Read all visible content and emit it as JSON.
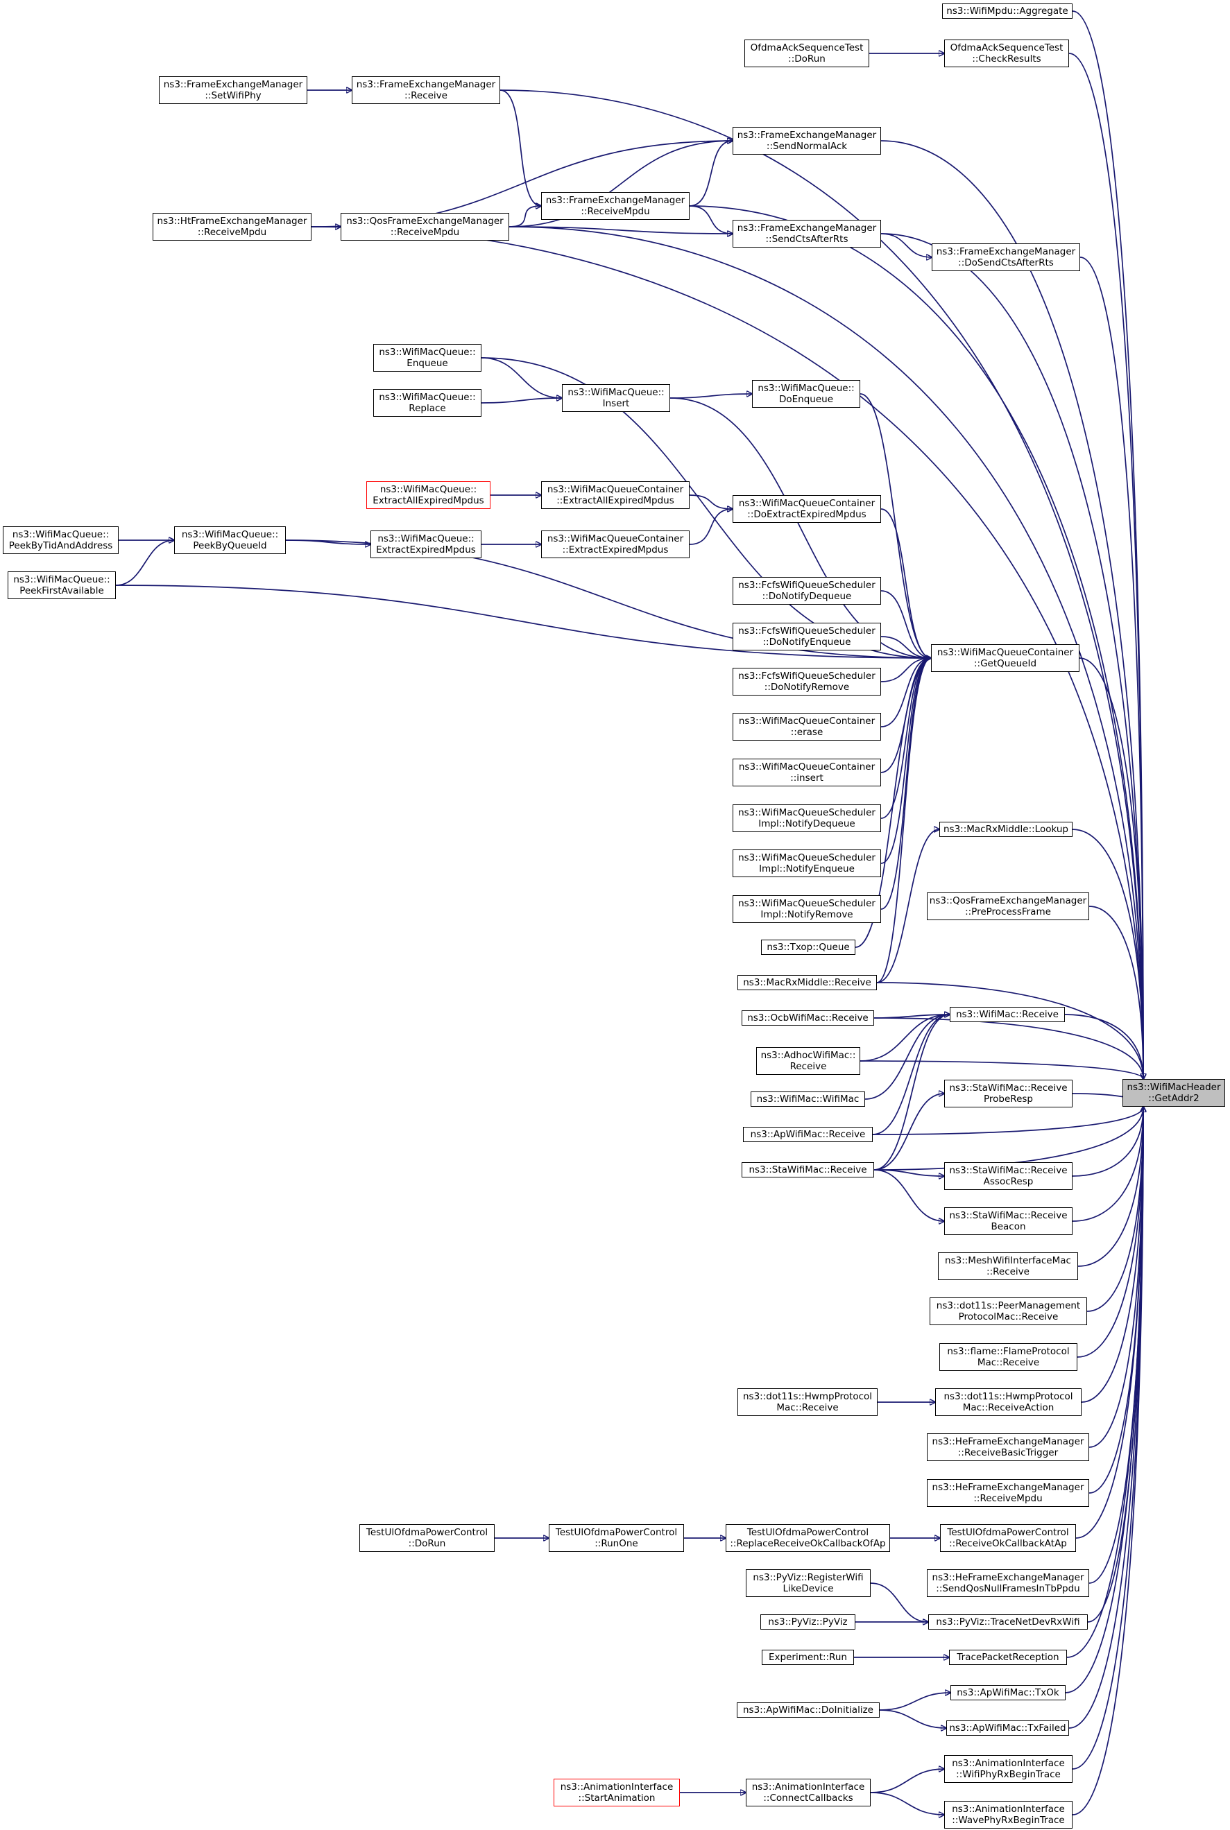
{
  "graph": {
    "title": "",
    "colors": {
      "edge": "#191970",
      "node_border": "#000000",
      "node_fill": "#ffffff",
      "focus_fill": "#bfbfbf",
      "truncated_border": "#ff0000"
    },
    "nodes": [
      {
        "id": "getaddr2",
        "lines": [
          "ns3::WifiMacHeader",
          "::GetAddr2"
        ],
        "kind": "focus"
      },
      {
        "id": "mpdu_aggregate",
        "lines": [
          "ns3::WifiMpdu::Aggregate"
        ],
        "kind": "normal"
      },
      {
        "id": "ofdma_checkresults",
        "lines": [
          "OfdmaAckSequenceTest",
          "::CheckResults"
        ],
        "kind": "normal"
      },
      {
        "id": "ofdma_dorun",
        "lines": [
          "OfdmaAckSequenceTest",
          "::DoRun"
        ],
        "kind": "normal"
      },
      {
        "id": "fem_setwifiphy",
        "lines": [
          "ns3::FrameExchangeManager",
          "::SetWifiPhy"
        ],
        "kind": "normal"
      },
      {
        "id": "fem_receive",
        "lines": [
          "ns3::FrameExchangeManager",
          "::Receive"
        ],
        "kind": "normal"
      },
      {
        "id": "fem_sendnormalack",
        "lines": [
          "ns3::FrameExchangeManager",
          "::SendNormalAck"
        ],
        "kind": "normal"
      },
      {
        "id": "fem_receivempdu",
        "lines": [
          "ns3::FrameExchangeManager",
          "::ReceiveMpdu"
        ],
        "kind": "normal"
      },
      {
        "id": "htfem_receivempdu",
        "lines": [
          "ns3::HtFrameExchangeManager",
          "::ReceiveMpdu"
        ],
        "kind": "normal"
      },
      {
        "id": "qosfem_receivempdu",
        "lines": [
          "ns3::QosFrameExchangeManager",
          "::ReceiveMpdu"
        ],
        "kind": "normal"
      },
      {
        "id": "fem_sendctsafterrts",
        "lines": [
          "ns3::FrameExchangeManager",
          "::SendCtsAfterRts"
        ],
        "kind": "normal"
      },
      {
        "id": "fem_dosendctsafterrts",
        "lines": [
          "ns3::FrameExchangeManager",
          "::DoSendCtsAfterRts"
        ],
        "kind": "normal"
      },
      {
        "id": "wmq_enqueue",
        "lines": [
          "ns3::WifiMacQueue::",
          "Enqueue"
        ],
        "kind": "normal"
      },
      {
        "id": "wmq_replace",
        "lines": [
          "ns3::WifiMacQueue::",
          "Replace"
        ],
        "kind": "normal"
      },
      {
        "id": "wmq_insert",
        "lines": [
          "ns3::WifiMacQueue::",
          "Insert"
        ],
        "kind": "normal"
      },
      {
        "id": "wmq_doenqueue",
        "lines": [
          "ns3::WifiMacQueue::",
          "DoEnqueue"
        ],
        "kind": "normal"
      },
      {
        "id": "wmq_extractallexpired",
        "lines": [
          "ns3::WifiMacQueue::",
          "ExtractAllExpiredMpdus"
        ],
        "kind": "truncated"
      },
      {
        "id": "wmqc_extractallexpired",
        "lines": [
          "ns3::WifiMacQueueContainer",
          "::ExtractAllExpiredMpdus"
        ],
        "kind": "normal"
      },
      {
        "id": "wmqc_doextractexpired",
        "lines": [
          "ns3::WifiMacQueueContainer",
          "::DoExtractExpiredMpdus"
        ],
        "kind": "normal"
      },
      {
        "id": "wmq_peekbytidaddr",
        "lines": [
          "ns3::WifiMacQueue::",
          "PeekByTidAndAddress"
        ],
        "kind": "normal"
      },
      {
        "id": "wmq_peekbyqueueid",
        "lines": [
          "ns3::WifiMacQueue::",
          "PeekByQueueId"
        ],
        "kind": "normal"
      },
      {
        "id": "wmq_extractexpired",
        "lines": [
          "ns3::WifiMacQueue::",
          "ExtractExpiredMpdus"
        ],
        "kind": "normal"
      },
      {
        "id": "wmqc_extractexpired",
        "lines": [
          "ns3::WifiMacQueueContainer",
          "::ExtractExpiredMpdus"
        ],
        "kind": "normal"
      },
      {
        "id": "wmq_peekfirstavailable",
        "lines": [
          "ns3::WifiMacQueue::",
          "PeekFirstAvailable"
        ],
        "kind": "normal"
      },
      {
        "id": "fcfs_donotifydequeue",
        "lines": [
          "ns3::FcfsWifiQueueScheduler",
          "::DoNotifyDequeue"
        ],
        "kind": "normal"
      },
      {
        "id": "fcfs_donotifyenqueue",
        "lines": [
          "ns3::FcfsWifiQueueScheduler",
          "::DoNotifyEnqueue"
        ],
        "kind": "normal"
      },
      {
        "id": "wmqc_getqueueid",
        "lines": [
          "ns3::WifiMacQueueContainer",
          "::GetQueueId"
        ],
        "kind": "normal"
      },
      {
        "id": "fcfs_donotifyremove",
        "lines": [
          "ns3::FcfsWifiQueueScheduler",
          "::DoNotifyRemove"
        ],
        "kind": "normal"
      },
      {
        "id": "wmqc_erase",
        "lines": [
          "ns3::WifiMacQueueContainer",
          "::erase"
        ],
        "kind": "normal"
      },
      {
        "id": "wmqc_insert",
        "lines": [
          "ns3::WifiMacQueueContainer",
          "::insert"
        ],
        "kind": "normal"
      },
      {
        "id": "wmqs_notifydequeue",
        "lines": [
          "ns3::WifiMacQueueScheduler",
          "Impl::NotifyDequeue"
        ],
        "kind": "normal"
      },
      {
        "id": "macrxmiddle_lookup",
        "lines": [
          "ns3::MacRxMiddle::Lookup"
        ],
        "kind": "normal"
      },
      {
        "id": "wmqs_notifyenqueue",
        "lines": [
          "ns3::WifiMacQueueScheduler",
          "Impl::NotifyEnqueue"
        ],
        "kind": "normal"
      },
      {
        "id": "qosfem_preprocessframe",
        "lines": [
          "ns3::QosFrameExchangeManager",
          "::PreProcessFrame"
        ],
        "kind": "normal"
      },
      {
        "id": "wmqs_notifyremove",
        "lines": [
          "ns3::WifiMacQueueScheduler",
          "Impl::NotifyRemove"
        ],
        "kind": "normal"
      },
      {
        "id": "txop_queue",
        "lines": [
          "ns3::Txop::Queue"
        ],
        "kind": "normal"
      },
      {
        "id": "macrxmiddle_receive",
        "lines": [
          "ns3::MacRxMiddle::Receive"
        ],
        "kind": "normal"
      },
      {
        "id": "ocbwifimac_receive",
        "lines": [
          "ns3::OcbWifiMac::Receive"
        ],
        "kind": "normal"
      },
      {
        "id": "wifimac_receive",
        "lines": [
          "ns3::WifiMac::Receive"
        ],
        "kind": "normal"
      },
      {
        "id": "adhocwifimac_receive",
        "lines": [
          "ns3::AdhocWifiMac::",
          "Receive"
        ],
        "kind": "normal"
      },
      {
        "id": "wifimac_wifimac",
        "lines": [
          "ns3::WifiMac::WifiMac"
        ],
        "kind": "normal"
      },
      {
        "id": "stawifimac_receiveproberesp",
        "lines": [
          "ns3::StaWifiMac::Receive",
          "ProbeResp"
        ],
        "kind": "normal"
      },
      {
        "id": "apwifimac_receive",
        "lines": [
          "ns3::ApWifiMac::Receive"
        ],
        "kind": "normal"
      },
      {
        "id": "stawifimac_receive",
        "lines": [
          "ns3::StaWifiMac::Receive"
        ],
        "kind": "normal"
      },
      {
        "id": "stawifimac_receiveassocresp",
        "lines": [
          "ns3::StaWifiMac::Receive",
          "AssocResp"
        ],
        "kind": "normal"
      },
      {
        "id": "stawifimac_receivebeacon",
        "lines": [
          "ns3::StaWifiMac::Receive",
          "Beacon"
        ],
        "kind": "normal"
      },
      {
        "id": "meshwifiinterfacemac_receive",
        "lines": [
          "ns3::MeshWifiInterfaceMac",
          "::Receive"
        ],
        "kind": "normal"
      },
      {
        "id": "peermgmt_receive",
        "lines": [
          "ns3::dot11s::PeerManagement",
          "ProtocolMac::Receive"
        ],
        "kind": "normal"
      },
      {
        "id": "flame_receive",
        "lines": [
          "ns3::flame::FlameProtocol",
          "Mac::Receive"
        ],
        "kind": "normal"
      },
      {
        "id": "hwmp_receive",
        "lines": [
          "ns3::dot11s::HwmpProtocol",
          "Mac::Receive"
        ],
        "kind": "normal"
      },
      {
        "id": "hwmp_receiveaction",
        "lines": [
          "ns3::dot11s::HwmpProtocol",
          "Mac::ReceiveAction"
        ],
        "kind": "normal"
      },
      {
        "id": "hefem_receivebasictrigger",
        "lines": [
          "ns3::HeFrameExchangeManager",
          "::ReceiveBasicTrigger"
        ],
        "kind": "normal"
      },
      {
        "id": "hefem_receivempdu",
        "lines": [
          "ns3::HeFrameExchangeManager",
          "::ReceiveMpdu"
        ],
        "kind": "normal"
      },
      {
        "id": "tulofdma_dorun",
        "lines": [
          "TestUlOfdmaPowerControl",
          "::DoRun"
        ],
        "kind": "normal"
      },
      {
        "id": "tulofdma_runone",
        "lines": [
          "TestUlOfdmaPowerControl",
          "::RunOne"
        ],
        "kind": "normal"
      },
      {
        "id": "tulofdma_replace",
        "lines": [
          "TestUlOfdmaPowerControl",
          "::ReplaceReceiveOkCallbackOfAp"
        ],
        "kind": "normal"
      },
      {
        "id": "tulofdma_receiveok",
        "lines": [
          "TestUlOfdmaPowerControl",
          "::ReceiveOkCallbackAtAp"
        ],
        "kind": "normal"
      },
      {
        "id": "hefem_sendqosnull",
        "lines": [
          "ns3::HeFrameExchangeManager",
          "::SendQosNullFramesInTbPpdu"
        ],
        "kind": "normal"
      },
      {
        "id": "pyviz_registerwifi",
        "lines": [
          "ns3::PyViz::RegisterWifi",
          "LikeDevice"
        ],
        "kind": "normal"
      },
      {
        "id": "pyviz_pyviz",
        "lines": [
          "ns3::PyViz::PyViz"
        ],
        "kind": "normal"
      },
      {
        "id": "pyviz_tracenetdevrxwifi",
        "lines": [
          "ns3::PyViz::TraceNetDevRxWifi"
        ],
        "kind": "normal"
      },
      {
        "id": "experiment_run",
        "lines": [
          "Experiment::Run"
        ],
        "kind": "normal"
      },
      {
        "id": "tracepacketreception",
        "lines": [
          "TracePacketReception"
        ],
        "kind": "normal"
      },
      {
        "id": "apwifimac_txok",
        "lines": [
          "ns3::ApWifiMac::TxOk"
        ],
        "kind": "normal"
      },
      {
        "id": "apwifimac_doinitialize",
        "lines": [
          "ns3::ApWifiMac::DoInitialize"
        ],
        "kind": "normal"
      },
      {
        "id": "apwifimac_txfailed",
        "lines": [
          "ns3::ApWifiMac::TxFailed"
        ],
        "kind": "normal"
      },
      {
        "id": "anim_wifiphyrxbegintrace",
        "lines": [
          "ns3::AnimationInterface",
          "::WifiPhyRxBeginTrace"
        ],
        "kind": "normal"
      },
      {
        "id": "anim_startanimation",
        "lines": [
          "ns3::AnimationInterface",
          "::StartAnimation"
        ],
        "kind": "truncated"
      },
      {
        "id": "anim_connectcallbacks",
        "lines": [
          "ns3::AnimationInterface",
          "::ConnectCallbacks"
        ],
        "kind": "normal"
      },
      {
        "id": "anim_wavephyrxbegintrace",
        "lines": [
          "ns3::AnimationInterface",
          "::WavePhyRxBeginTrace"
        ],
        "kind": "normal"
      }
    ]
  }
}
